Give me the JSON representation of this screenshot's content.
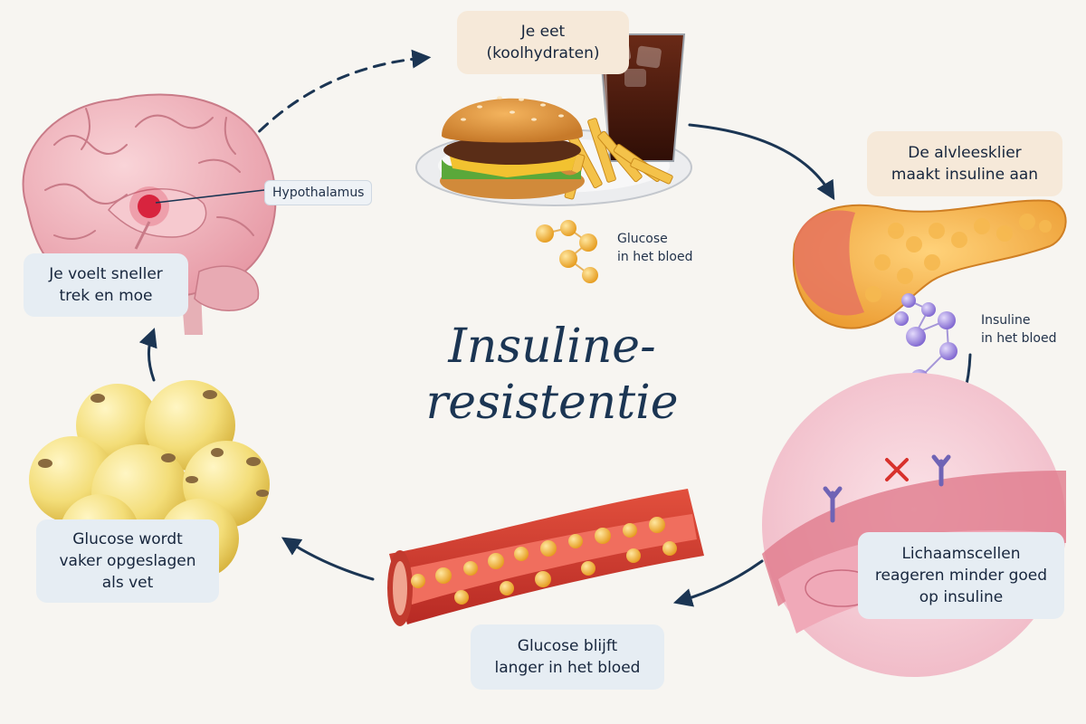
{
  "title": "Insuline-\nresistentie",
  "steps": {
    "eat": "Je eet\n(koolhydraten)",
    "pancreas": "De alvleesklier\nmaakt insuline aan",
    "cells": "Lichaamscellen\nreageren minder goed\nop insuline",
    "blood": "Glucose blijft\nlanger in het bloed",
    "fat": "Glucose wordt\nvaker opgeslagen\nals vet",
    "brain": "Je voelt sneller\ntrek en moe"
  },
  "labels": {
    "glucose_blood": "Glucose\nin het bloed",
    "insulin_blood": "Insuline\nin het bloed",
    "hypothalamus": "Hypothalamus"
  },
  "colors": {
    "arrow": "#1b3553",
    "glucose": "#f2b22a",
    "insulin": "#8e78d6",
    "blocked": "#d8312c",
    "warm_box": "#f6e9d9",
    "cool_box": "#e6edf3"
  },
  "icons": [
    "brain",
    "burger",
    "fries",
    "cola",
    "pancreas",
    "cell-receptors",
    "blood-vessel",
    "fat-cells"
  ]
}
